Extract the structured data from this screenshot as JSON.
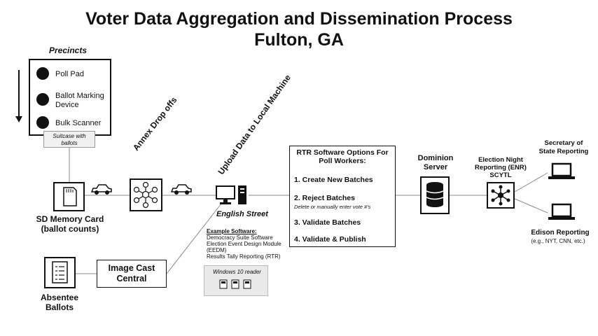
{
  "title": {
    "line1": "Voter Data Aggregation and Dissemination Process",
    "line2": "Fulton, GA"
  },
  "precincts": {
    "heading": "Precincts",
    "items": [
      "Poll Pad",
      "Ballot Marking Device",
      "Bulk Scanner"
    ],
    "suitcase": "Suitcase with ballots"
  },
  "sd_card": {
    "label_line1": "SD Memory Card",
    "label_line2": "(ballot counts)"
  },
  "annex": {
    "label": "Annex Drop offs"
  },
  "upload": {
    "label": "Upload Data to Local Machine"
  },
  "english_street": {
    "label": "English Street",
    "software_heading": "Example Software:",
    "software_items": [
      "Democracy Suite Software",
      "Election Event Design Module",
      "(EEDM)",
      "Results Tally Reporting (RTR)"
    ],
    "reader_label": "Windows 10 reader"
  },
  "rtr": {
    "heading_line1": "RTR Software Options For",
    "heading_line2": "Poll Workers:",
    "options": [
      {
        "label": "1.  Create New Batches",
        "note": ""
      },
      {
        "label": "2.  Reject Batches",
        "note": "Delete or manually enter vote #'s"
      },
      {
        "label": "3.  Validate Batches",
        "note": ""
      },
      {
        "label": "4.  Validate & Publish",
        "note": ""
      }
    ]
  },
  "dominion": {
    "line1": "Dominion",
    "line2": "Server"
  },
  "enr": {
    "line1": "Election Night",
    "line2": "Reporting (ENR)",
    "line3": "SCYTL"
  },
  "sos": {
    "line1": "Secretary of",
    "line2": "State Reporting"
  },
  "edison": {
    "line1": "Edison Reporting",
    "line2": "(e.g., NYT, CNN, etc.)"
  },
  "absentee": {
    "line1": "Absentee",
    "line2": "Ballots"
  },
  "image_cast": {
    "line1": "Image Cast",
    "line2": "Central"
  },
  "colors": {
    "line": "#888888",
    "ink": "#111111",
    "panel": "#e9e9e9"
  }
}
